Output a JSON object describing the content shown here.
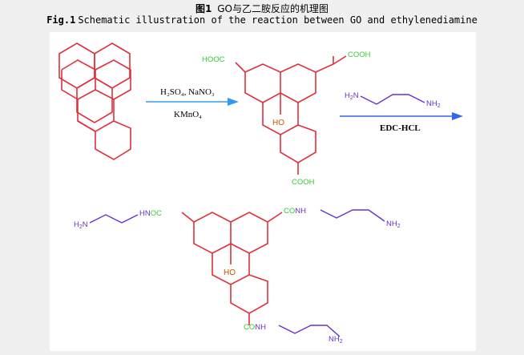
{
  "caption": {
    "cn_prefix": "图1",
    "cn_text": "GO与乙二胺反应的机理图",
    "en_prefix": "Fig.1",
    "en_text": "Schematic illustration of the reaction between GO and ethylenediamine"
  },
  "scheme": {
    "step1": {
      "reagent_top": "H₂SO₄, NaNO₃",
      "reagent_bottom": "KMnO₄"
    },
    "step2": {
      "reagent_top": "H₂N–CH₂–CH₂–NH₂",
      "reagent_bottom": "EDC-HCL"
    },
    "go": {
      "cooh_left": "HOOC",
      "cooh_right": "COOH",
      "cooh_bottom": "COOH",
      "oh": "HO"
    },
    "product": {
      "left_group_prefix": "H₂N",
      "left_group_amide": "HN",
      "left_group_co": "OC",
      "right_group_co": "CO",
      "right_group_amide": "NH",
      "right_group_amine": "NH₂",
      "bottom_group_co": "CO",
      "bottom_group_amide": "NH",
      "bottom_group_amine": "NH₂",
      "oh": "HO"
    },
    "colors": {
      "ring": "#e0303c",
      "green": "#33cc33",
      "purple": "#6633cc",
      "arrow": "#3399ee",
      "arrow2": "#3366ee",
      "oh": "#cc5500"
    }
  }
}
